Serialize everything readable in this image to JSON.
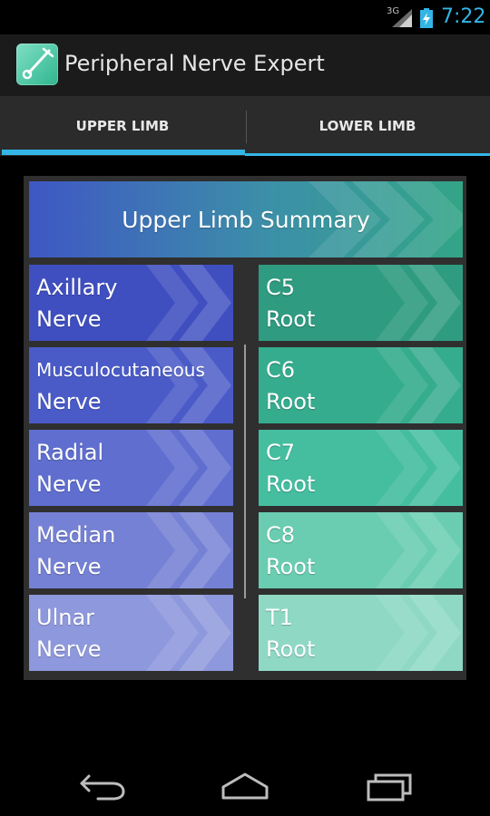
{
  "status_bar": {
    "network": "3G",
    "time": "7:22",
    "accent_color": "#33b5e5"
  },
  "action_bar": {
    "title": "Peripheral Nerve Expert",
    "icon": "app-logo-icon"
  },
  "tabs": [
    {
      "label": "UPPER LIMB",
      "selected": true
    },
    {
      "label": "LOWER LIMB",
      "selected": false
    }
  ],
  "summary": {
    "label": "Upper Limb Summary"
  },
  "nerves": [
    {
      "line1": "Axillary",
      "line2": "Nerve",
      "color": "#3f4fc0"
    },
    {
      "line1": "Musculocutaneous",
      "line2": "Nerve",
      "color": "#4a5bc8"
    },
    {
      "line1": "Radial",
      "line2": "Nerve",
      "color": "#5f6ecf"
    },
    {
      "line1": "Median",
      "line2": "Nerve",
      "color": "#7581d4"
    },
    {
      "line1": "Ulnar",
      "line2": "Nerve",
      "color": "#8e98dc"
    }
  ],
  "roots": [
    {
      "line1": "C5",
      "line2": "Root",
      "color": "#2f9b80"
    },
    {
      "line1": "C6",
      "line2": "Root",
      "color": "#36ac8e"
    },
    {
      "line1": "C7",
      "line2": "Root",
      "color": "#45bea0"
    },
    {
      "line1": "C8",
      "line2": "Root",
      "color": "#6acdb1"
    },
    {
      "line1": "T1",
      "line2": "Root",
      "color": "#8fd9c4"
    }
  ],
  "nav": {
    "back": "back-icon",
    "home": "home-icon",
    "recents": "recent-apps-icon"
  }
}
